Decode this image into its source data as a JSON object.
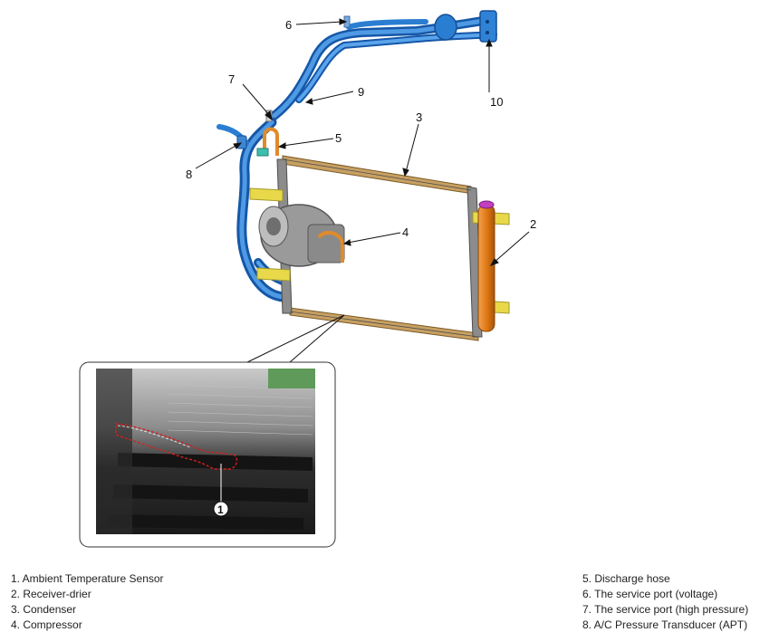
{
  "diagram": {
    "callouts": {
      "c1": "1",
      "c2": "2",
      "c3": "3",
      "c4": "4",
      "c5": "5",
      "c6": "6",
      "c7": "7",
      "c8": "8",
      "c9": "9",
      "c10": "10"
    }
  },
  "legend": {
    "left": [
      "1. Ambient Temperature Sensor",
      "2. Receiver-drier",
      "3. Condenser",
      "4. Compressor"
    ],
    "right": [
      "5. Discharge hose",
      "6. The service port (voltage)",
      "7. The service port (high pressure)",
      "8. A/C Pressure Transducer (APT)"
    ]
  },
  "colors": {
    "hose_blue": "#1f73c9",
    "condenser_frame": "#a6874f",
    "receiver_drier": "#e07a16",
    "bracket_yellow": "#e9d94a",
    "discharge_orange": "#e08a2c",
    "sensor_outline_red": "#d62020"
  }
}
